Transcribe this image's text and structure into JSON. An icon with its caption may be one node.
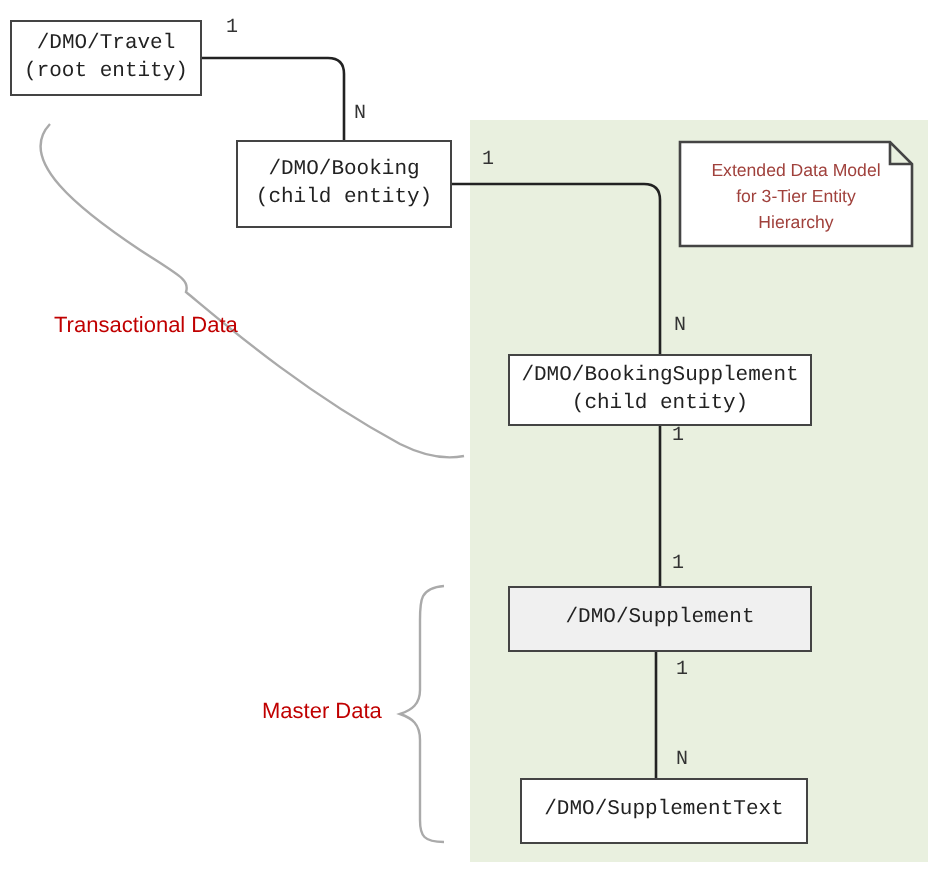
{
  "diagram": {
    "nodes": [
      {
        "text": [
          "/DMO/Travel (root entity)"
        ]
      },
      {
        "text": [
          "/DMO/Booking (child entity)"
        ]
      },
      {
        "text": [],
        "shape": "box"
      },
      {
        "text": [
          "Extended Data Model for 3-Tier Entity Hierarchy"
        ],
        "in": 2
      },
      {
        "text": [
          "/DMO/BookingSupplement (child entity)"
        ],
        "in": 2
      },
      {
        "text": [
          "/DMO/Supplement"
        ],
        "in": 2
      },
      {
        "text": [
          "/DMO/SupplementText"
        ],
        "in": 2
      }
    ],
    "edges": [
      {
        "from": 0,
        "to": 1,
        "arrow": "other"
      },
      {
        "from": 1,
        "to": 4,
        "arrow": "other"
      },
      {
        "from": 4,
        "to": 5,
        "arrow": "none"
      },
      {
        "from": 5,
        "to": 6,
        "arrow": "none"
      }
    ],
    "labels": [
      "1",
      "N",
      "1",
      "Transactional Data",
      "N",
      "1",
      "1",
      "1",
      "Master Data",
      "N"
    ]
  }
}
